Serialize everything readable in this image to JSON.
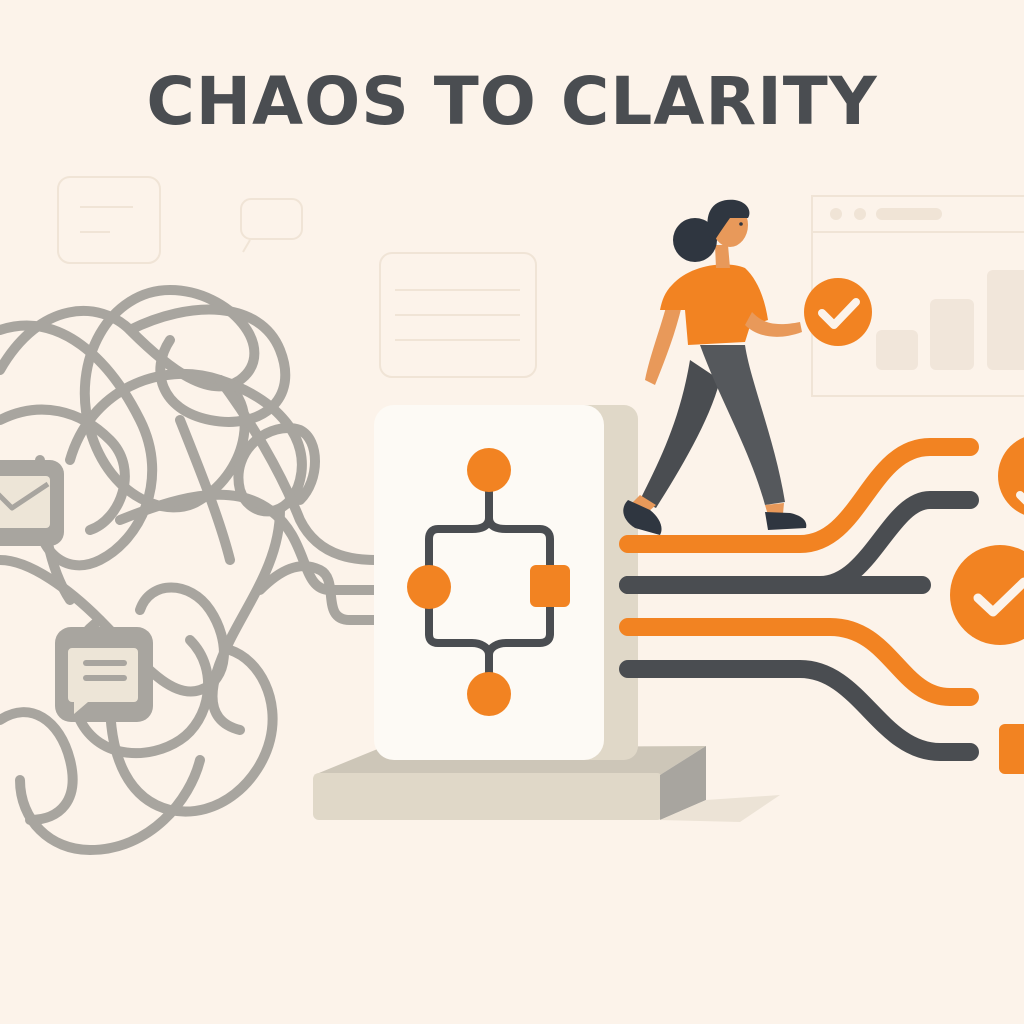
{
  "header": {
    "title": "CHAOS TO CLARITY"
  },
  "colors": {
    "background": "#fcf3ea",
    "title": "#4a4d51",
    "accent_orange": "#f28322",
    "dark_gray": "#4a4d51",
    "tangle_gray": "#a8a59f",
    "panel_white": "#fdfaf5",
    "panel_side": "#e0d8c8",
    "base_top": "#cdc6b8",
    "base_front": "#e0d8c8",
    "base_side": "#a8a59f",
    "skin": "#e8995a",
    "hair": "#2f3640",
    "ghost_ui": "#f3e8dc"
  },
  "illustration": {
    "left_section": "tangled-lines",
    "left_icons": [
      "mail-icon",
      "chat-icon"
    ],
    "center_panel": "flowchart",
    "flowchart_nodes": [
      "circle-top",
      "circle-left",
      "square-right",
      "circle-bottom"
    ],
    "right_section": "organized-lines",
    "right_icons": [
      "check-circle-icon",
      "check-circle-icon",
      "check-circle-icon",
      "square-icon"
    ],
    "figure": "walking-person-holding-check",
    "background_ghost_elements": [
      "card",
      "speech-bubble",
      "card",
      "dashboard-bar-chart"
    ]
  }
}
